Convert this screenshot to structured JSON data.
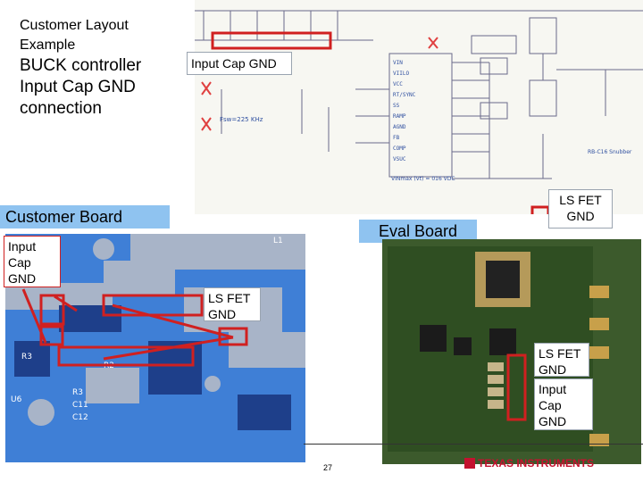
{
  "titles": {
    "line1": "Customer Layout",
    "line2": "Example",
    "big1": "BUCK controller",
    "big2": "Input Cap GND",
    "big3": "connection"
  },
  "callouts": {
    "schematic_input_cap": "Input Cap GND",
    "customer_board": "Customer Board",
    "eval_board": "Eval Board",
    "ls_fet_top_1": "LS FET",
    "ls_fet_top_2": "GND",
    "left_input_1": "Input",
    "left_input_2": "Cap",
    "left_input_3": "GND",
    "mid_ls_1": "LS FET",
    "mid_ls_2": "GND",
    "right_ls_1": "LS FET",
    "right_ls_2": "GND",
    "right_input_1": "Input",
    "right_input_2": "Cap",
    "right_input_3": "GND"
  },
  "schematic": {
    "freq_label": "Fsw=225 KHz",
    "vin_label": "VINmax (Vt) = 016 VDC",
    "snubber_label": "RB-C16 Snubber",
    "pins": [
      "VIN",
      "VIILO",
      "VCC",
      "RT/SYNC",
      "SS",
      "RAMP",
      "AGND",
      "FB",
      "COMP",
      "VSUC"
    ]
  },
  "footer": {
    "page_number": "27",
    "logo_text": "TEXAS INSTRUMENTS"
  },
  "colors": {
    "highlight_red": "#d02020",
    "label_blue": "#8fc3f0",
    "board_blue": "#3f7fd6",
    "eval_green": "#3c5a2c"
  }
}
